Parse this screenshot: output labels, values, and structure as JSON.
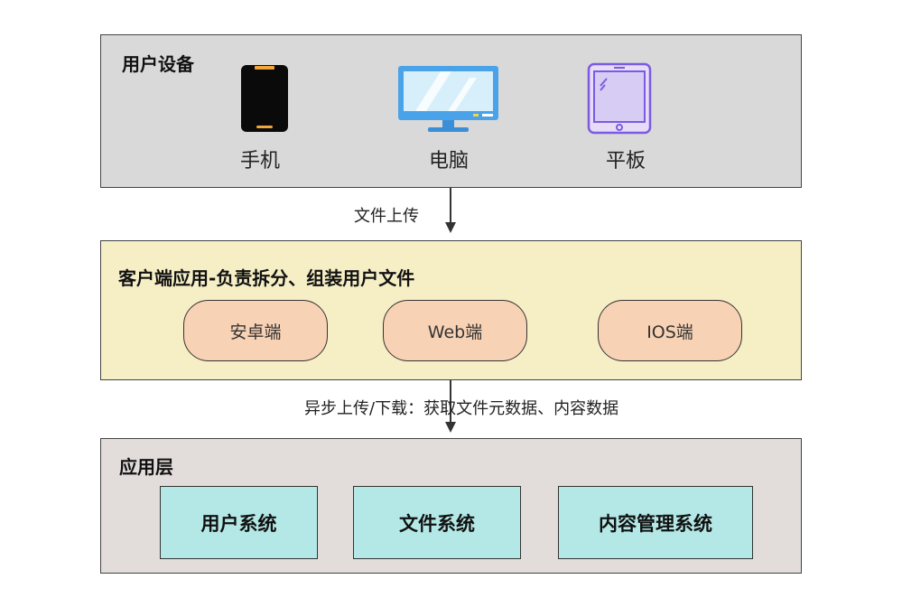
{
  "devices_layer": {
    "title": "用户设备",
    "devices": [
      {
        "label": "手机",
        "icon": "phone-icon"
      },
      {
        "label": "电脑",
        "icon": "monitor-icon"
      },
      {
        "label": "平板",
        "icon": "tablet-icon"
      }
    ]
  },
  "upload_label": "文件上传",
  "client_layer": {
    "title": "客户端应用-负责拆分、组装用户文件",
    "clients": [
      "安卓端",
      "Web端",
      "IOS端"
    ]
  },
  "async_label": "异步上传/下载：获取文件元数据、内容数据",
  "app_layer": {
    "title": "应用层",
    "systems": [
      "用户系统",
      "文件系统",
      "内容管理系统"
    ]
  },
  "colors": {
    "devices_bg": "#d9d9d9",
    "client_bg": "#f6efc6",
    "app_bg": "#e2dcdb",
    "pill": "#f8d2b4",
    "system_box": "#b4e8e6"
  }
}
